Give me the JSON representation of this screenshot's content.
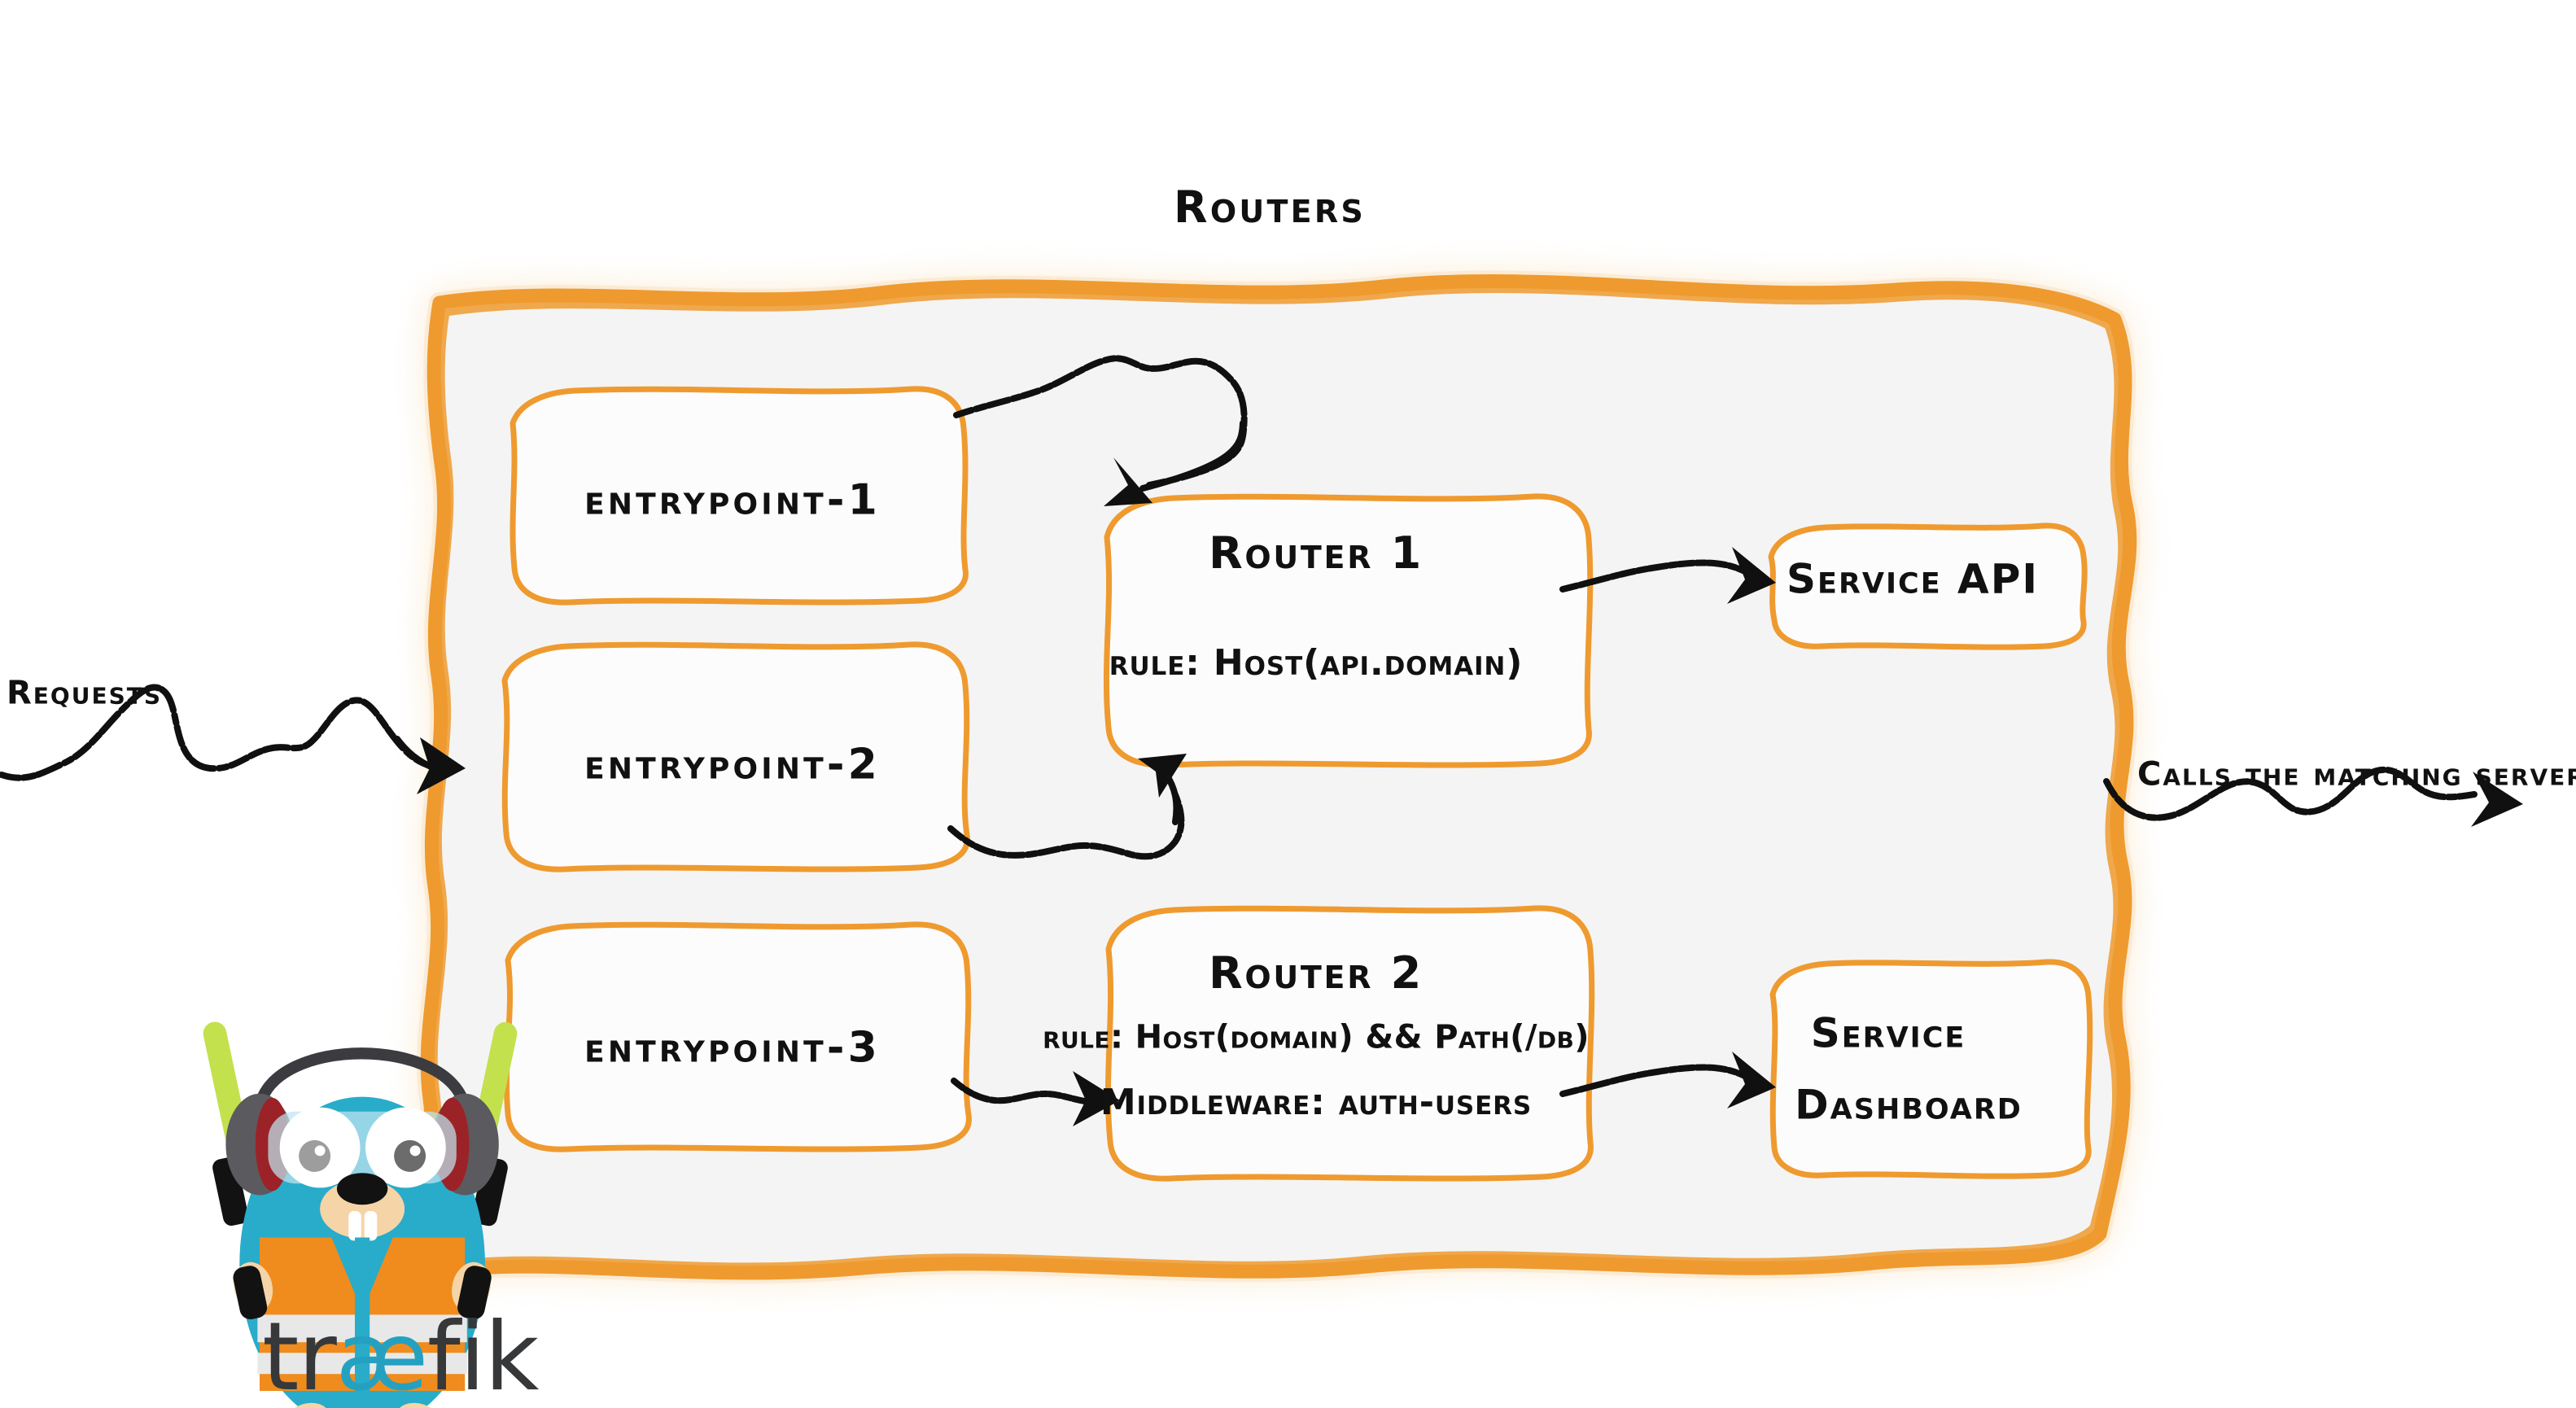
{
  "diagram": {
    "title": "Routers",
    "type": "traefik-routing-architecture",
    "accent_color": "#EE9A2E",
    "panel_fill": "#F4F4F4",
    "box_fill": "#FCFCFC",
    "ink_color": "#111111"
  },
  "entrypoints": [
    {
      "id": "entrypoint-1",
      "label": "entrypoint-1"
    },
    {
      "id": "entrypoint-2",
      "label": "entrypoint-2"
    },
    {
      "id": "entrypoint-3",
      "label": "entrypoint-3"
    }
  ],
  "routers": [
    {
      "id": "router-1",
      "title": "Router 1",
      "lines": [
        "rule: Host(api.domain)"
      ]
    },
    {
      "id": "router-2",
      "title": "Router 2",
      "lines": [
        "rule: Host(domain) && Path(/db)",
        "Middleware: auth-users"
      ]
    }
  ],
  "services": [
    {
      "id": "service-api",
      "lines": [
        "Service API"
      ]
    },
    {
      "id": "service-dashboard",
      "lines": [
        "Service",
        "Dashboard"
      ]
    }
  ],
  "edge_labels": {
    "incoming": "Requests",
    "outgoing": "Calls the matching server"
  },
  "logo": {
    "name": "traefik",
    "wordmark_part_1": "tr",
    "wordmark_part_2": "æ",
    "wordmark_part_3": "fik",
    "mascot": "traefik-gopher-mascot",
    "colors": {
      "body": "#29ABCA",
      "vest": "#F08B1D",
      "stripe": "#E8E8E8",
      "headphone": "#5B5B5F",
      "headphone_accent": "#9B2226",
      "wand": "#C3E04D",
      "muzzle": "#F5D5A8",
      "wordmark_dark": "#37383A",
      "wordmark_cyan": "#24A1C1"
    }
  },
  "connections": [
    {
      "from": "entrypoint-1",
      "to": "router-1",
      "style": "squiggle-arrow"
    },
    {
      "from": "entrypoint-2",
      "to": "router-1",
      "style": "squiggle-arrow"
    },
    {
      "from": "entrypoint-3",
      "to": "router-2",
      "style": "squiggle-arrow"
    },
    {
      "from": "router-1",
      "to": "service-api",
      "style": "squiggle-arrow"
    },
    {
      "from": "router-2",
      "to": "service-dashboard",
      "style": "squiggle-arrow"
    },
    {
      "from": "requests",
      "to": "routers-panel",
      "style": "squiggle-arrow"
    },
    {
      "from": "routers-panel",
      "to": "matching-server",
      "style": "squiggle-arrow"
    }
  ]
}
